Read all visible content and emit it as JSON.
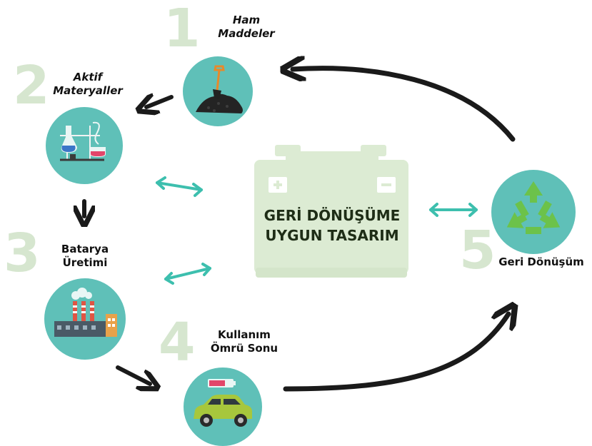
{
  "steps": [
    {
      "number": "1",
      "line1": "Ham",
      "line2": "Maddeler",
      "icon": "shovel-coal-icon"
    },
    {
      "number": "2",
      "line1": "Aktif",
      "line2": "Materyaller",
      "icon": "lab-flasks-icon"
    },
    {
      "number": "3",
      "line1": "Batarya",
      "line2": "Üretimi",
      "icon": "factory-icon"
    },
    {
      "number": "4",
      "line1": "Kullanım",
      "line2": "Ömrü Sonu",
      "icon": "electric-car-icon"
    },
    {
      "number": "5",
      "line1": "Geri Dönüşüm",
      "icon": "recycle-icon"
    }
  ],
  "center": {
    "line1": "GERİ DÖNÜŞÜME",
    "line2": "UYGUN TASARIM",
    "icon": "battery-icon"
  },
  "colors": {
    "teal": "#5fc0b8",
    "number_green": "#d6e6cf",
    "battery": "#dcebd3",
    "arrow": "#1a1a1a",
    "double_arrow": "#3dbfae",
    "recycle": "#6cc24a"
  }
}
